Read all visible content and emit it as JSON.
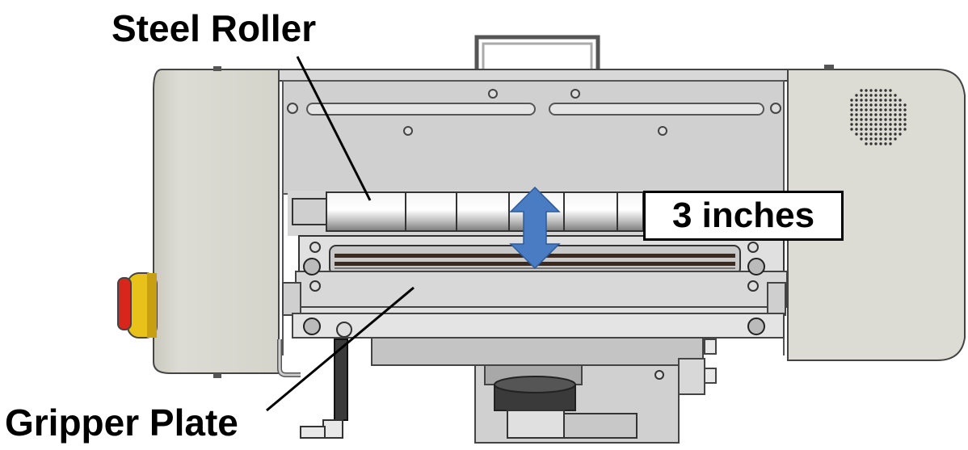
{
  "labels": {
    "steel_roller": "Steel Roller",
    "gripper_plate": "Gripper Plate",
    "dimension": "3 inches"
  },
  "colors": {
    "arrow": "#4a7cc4",
    "panel": "#dcdcd4",
    "frame": "#c8c8c8",
    "button_yellow": "#e8c21a",
    "button_red": "#d8261c"
  }
}
